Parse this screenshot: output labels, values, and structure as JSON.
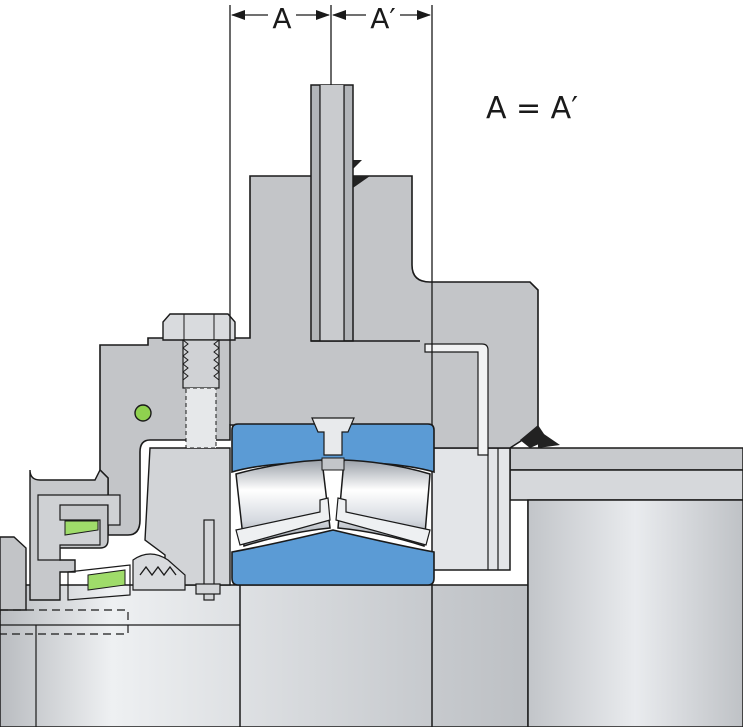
{
  "diagram": {
    "labels": {
      "dim_a": "A",
      "dim_a_prime": "A′",
      "equation": "A = A′"
    },
    "colors": {
      "housing": "#c4c6c8",
      "housing_dark": "#a9abae",
      "ring_blue": "#5b9bd5",
      "ring_blue_dark": "#3f7fbf",
      "roller_light": "#e4e7ec",
      "shaft": "#d3d5d8",
      "seal_green": "#8fd14f",
      "outline": "#1a1a1a",
      "black_wedge": "#222222"
    }
  }
}
